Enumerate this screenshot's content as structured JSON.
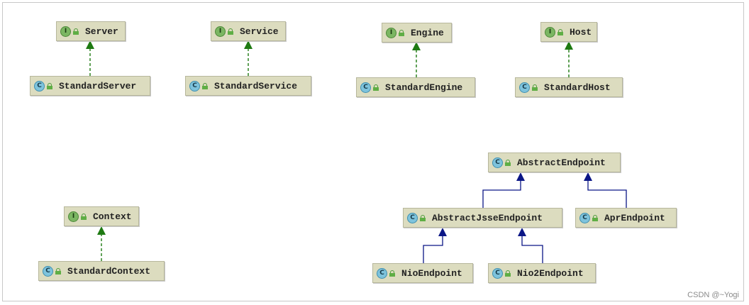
{
  "nodes": {
    "server": {
      "name": "Server",
      "kind": "interface",
      "badge": "I"
    },
    "standard_server": {
      "name": "StandardServer",
      "kind": "class",
      "badge": "C"
    },
    "service": {
      "name": "Service",
      "kind": "interface",
      "badge": "I"
    },
    "standard_service": {
      "name": "StandardService",
      "kind": "class",
      "badge": "C"
    },
    "engine": {
      "name": "Engine",
      "kind": "interface",
      "badge": "I"
    },
    "standard_engine": {
      "name": "StandardEngine",
      "kind": "class",
      "badge": "C"
    },
    "host": {
      "name": "Host",
      "kind": "interface",
      "badge": "I"
    },
    "standard_host": {
      "name": "StandardHost",
      "kind": "class",
      "badge": "C"
    },
    "context": {
      "name": "Context",
      "kind": "interface",
      "badge": "I"
    },
    "standard_context": {
      "name": "StandardContext",
      "kind": "class",
      "badge": "C"
    },
    "abstract_endpoint": {
      "name": "AbstractEndpoint",
      "kind": "class",
      "badge": "C"
    },
    "abstract_jsse_endpoint": {
      "name": "AbstractJsseEndpoint",
      "kind": "class",
      "badge": "C"
    },
    "apr_endpoint": {
      "name": "AprEndpoint",
      "kind": "class",
      "badge": "C"
    },
    "nio_endpoint": {
      "name": "NioEndpoint",
      "kind": "class",
      "badge": "C"
    },
    "nio2_endpoint": {
      "name": "Nio2Endpoint",
      "kind": "class",
      "badge": "C"
    }
  },
  "edges": [
    {
      "from": "standard_server",
      "to": "server",
      "type": "implements"
    },
    {
      "from": "standard_service",
      "to": "service",
      "type": "implements"
    },
    {
      "from": "standard_engine",
      "to": "engine",
      "type": "implements"
    },
    {
      "from": "standard_host",
      "to": "host",
      "type": "implements"
    },
    {
      "from": "standard_context",
      "to": "context",
      "type": "implements"
    },
    {
      "from": "abstract_jsse_endpoint",
      "to": "abstract_endpoint",
      "type": "extends"
    },
    {
      "from": "apr_endpoint",
      "to": "abstract_endpoint",
      "type": "extends"
    },
    {
      "from": "nio_endpoint",
      "to": "abstract_jsse_endpoint",
      "type": "extends"
    },
    {
      "from": "nio2_endpoint",
      "to": "abstract_jsse_endpoint",
      "type": "extends"
    }
  ],
  "colors": {
    "implements": "#1e7a12",
    "extends": "#0b1686",
    "node_fill": "#dcdcbf"
  },
  "watermark": "CSDN @~Yogi"
}
